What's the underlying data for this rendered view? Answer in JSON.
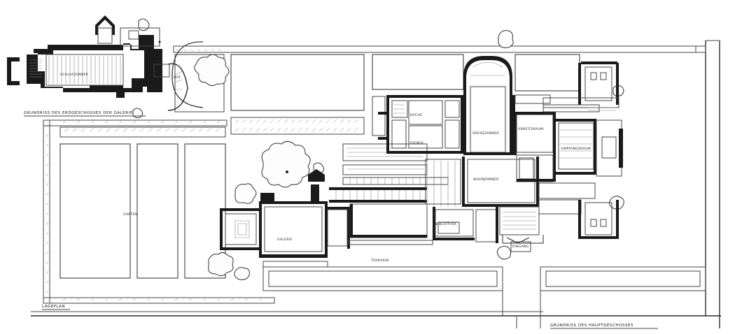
{
  "captions": {
    "gallery_ground_floor": "GRUNDRISS DES ERDGESCHOSSES DER GALERIE",
    "site_plan": "LAGEPLAN",
    "main_floor": "GRUNDRISS DES HAUPTGESCHOSSES"
  },
  "rooms": {
    "galerie": "GALERIE",
    "bibliothek": "BIBLIOTHEK",
    "arbeitsraum": "ARBEITSRAUM",
    "speisezimmer": "SPEISEZIMMER",
    "kueche": "KÜCHE",
    "wohnzimmer": "WOHNZIMMER",
    "empfangsraum": "EMPFANGSRAUM",
    "schlafzimmer": "SCHLAFZIMMER",
    "gaerten": "GARTEN",
    "diener": "DIENER",
    "terrasse": "TERRASSE",
    "eingang": "EINGANG",
    "hof": "HOF"
  }
}
